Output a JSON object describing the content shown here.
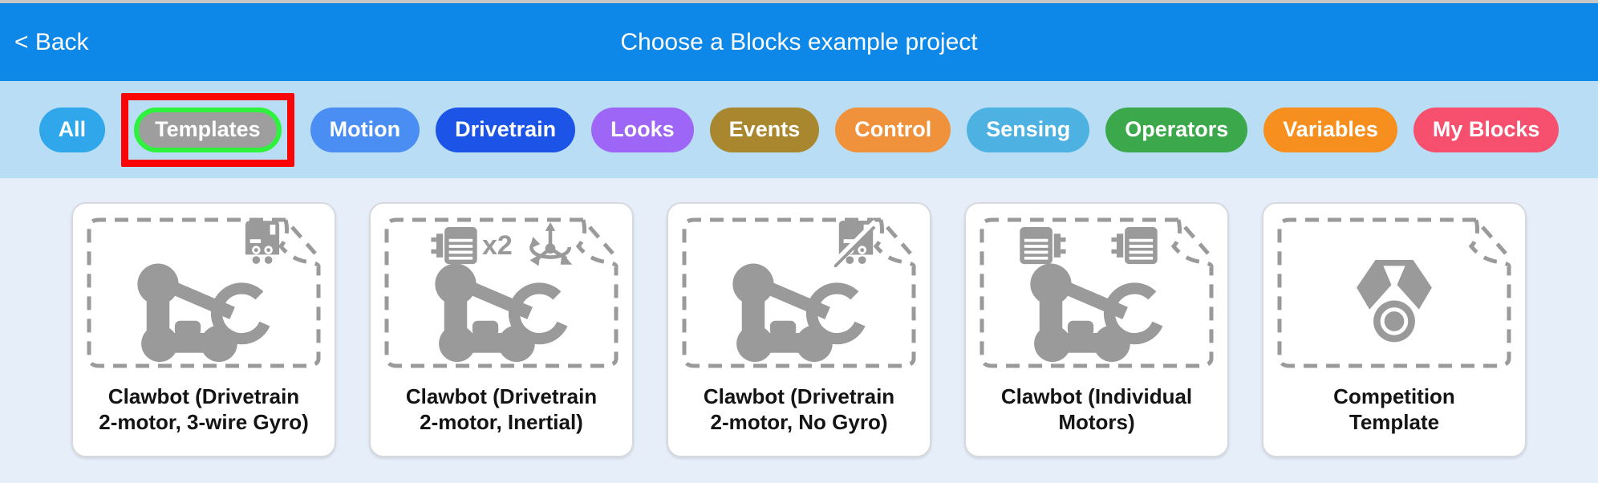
{
  "header": {
    "back_label": "< Back",
    "title": "Choose a Blocks example project",
    "bg_color": "#0d87e8"
  },
  "filter_bar": {
    "bg_color": "#b9ddf4"
  },
  "filters": [
    {
      "label": "All",
      "color": "#2fa7ea"
    },
    {
      "label": "Templates",
      "color": "#9e9e9e",
      "highlighted": true
    },
    {
      "label": "Motion",
      "color": "#4b8ef3"
    },
    {
      "label": "Drivetrain",
      "color": "#1c54e8"
    },
    {
      "label": "Looks",
      "color": "#9d66f6"
    },
    {
      "label": "Events",
      "color": "#a8872e"
    },
    {
      "label": "Control",
      "color": "#f0923c"
    },
    {
      "label": "Sensing",
      "color": "#4db1e2"
    },
    {
      "label": "Operators",
      "color": "#3ba94b"
    },
    {
      "label": "Variables",
      "color": "#f78f1e"
    },
    {
      "label": "My Blocks",
      "color": "#f6506e"
    }
  ],
  "annotation": {
    "box_color": "#f90505",
    "ring_color": "#2ef23e"
  },
  "cards": [
    {
      "title": "Clawbot (Drivetrain 2-motor, 3-wire Gyro)",
      "icons": [
        "gyro-sensor-icon",
        "clawbot-icon",
        "template-dogear-icon"
      ]
    },
    {
      "title": "Clawbot (Drivetrain 2-motor, Inertial)",
      "badge_label": "x2",
      "icons": [
        "motor-icon",
        "inertial-sensor-icon",
        "clawbot-icon",
        "template-dogear-icon"
      ]
    },
    {
      "title": "Clawbot (Drivetrain 2-motor, No Gyro)",
      "icons": [
        "no-gyro-icon",
        "clawbot-icon",
        "template-dogear-icon"
      ]
    },
    {
      "title": "Clawbot (Individual Motors)",
      "icons": [
        "motor-icon",
        "motor-icon",
        "clawbot-icon",
        "template-dogear-icon"
      ]
    },
    {
      "title": "Competition Template",
      "icons": [
        "medal-icon",
        "template-dogear-icon"
      ]
    }
  ],
  "icon_color": "#9a9a9a"
}
